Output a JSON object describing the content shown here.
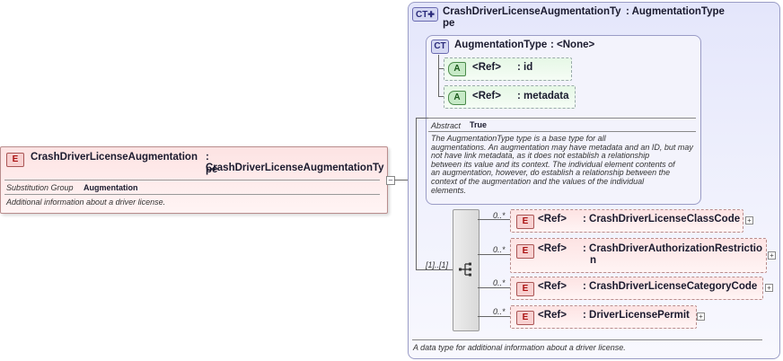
{
  "element": {
    "tag": "E",
    "name": "CrashDriverLicenseAugmentation",
    "type_line1": ": CrashDriverLicenseAugmentationTy",
    "type_line2": "pe",
    "subst_label": "Substitution Group",
    "subst_value": "Augmentation",
    "doc": "Additional information about a driver license.",
    "collapse": "–"
  },
  "complex_type": {
    "tag": "CT",
    "name_line1": "CrashDriverLicenseAugmentationTy",
    "name_line2": "pe",
    "base": ": AugmentationType",
    "doc": "A data type for additional information about a driver license."
  },
  "augmentation_type": {
    "tag": "CT",
    "name": "AugmentationType",
    "base": ": <None>",
    "attributes": [
      {
        "tag": "A",
        "ref": "<Ref>",
        "name": ": id"
      },
      {
        "tag": "A",
        "ref": "<Ref>",
        "name": ": metadata"
      }
    ],
    "abstract_label": "Abstract",
    "abstract_value": "True",
    "doc_lines": [
      "The AugmentationType type is a base type for all",
      "augmentations. An augmentation may have metadata and an ID, but may",
      "not have link metadata, as it does not establish a relationship",
      "between its value and its context. The individual element contents of",
      "an augmentation, however, do establish a relationship between the",
      "context of the augmentation and the values of the individual",
      "elements."
    ]
  },
  "sequence": {
    "cardinality": "[1]..[1]",
    "children": [
      {
        "card": "0..*",
        "tag": "E",
        "ref": "<Ref>",
        "name1": ": CrashDriverLicenseClassCode",
        "name2": ""
      },
      {
        "card": "0..*",
        "tag": "E",
        "ref": "<Ref>",
        "name1": ": CrashDriverAuthorizationRestrictio",
        "name2": "n"
      },
      {
        "card": "0..*",
        "tag": "E",
        "ref": "<Ref>",
        "name1": ": CrashDriverLicenseCategoryCode",
        "name2": ""
      },
      {
        "card": "0..*",
        "tag": "E",
        "ref": "<Ref>",
        "name1": ": DriverLicensePermit",
        "name2": ""
      }
    ]
  },
  "icons": {
    "plus": "+",
    "ct_badge_icon": "✚"
  }
}
